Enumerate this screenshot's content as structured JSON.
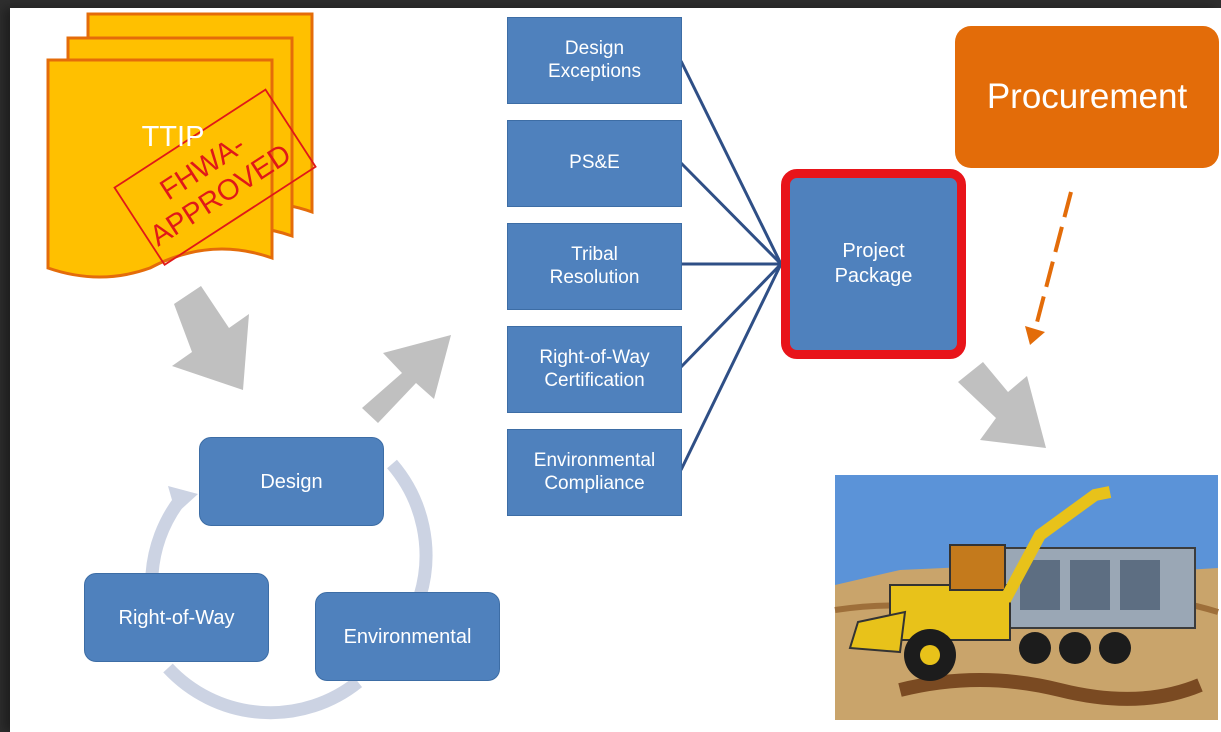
{
  "ttip": {
    "title": "TTIP",
    "stamp_line1": "FHWA-",
    "stamp_line2": "APPROVED",
    "color": "#ffc000",
    "border": "#e46c0a",
    "stamp_color": "#e01818"
  },
  "cycle": {
    "design": "Design",
    "environmental": "Environmental",
    "right_of_way": "Right-of-Way",
    "box_color": "#4f81bd",
    "arrow_color": "#ccd3e3"
  },
  "requirements": [
    {
      "label": "Design Exceptions"
    },
    {
      "label": "PS&E"
    },
    {
      "label": "Tribal Resolution"
    },
    {
      "label": "Right-of-Way Certification"
    },
    {
      "label": "Environmental Compliance"
    }
  ],
  "package": {
    "label": "Project Package",
    "border_color": "#e8141a"
  },
  "procurement": {
    "label": "Procurement",
    "color": "#e36c09"
  },
  "construction_image": {
    "icon": "backhoe-loader-icon"
  },
  "colors": {
    "gray_arrow": "#c0c0c0",
    "connector": "#2f4f86",
    "dashed": "#e36c09"
  }
}
